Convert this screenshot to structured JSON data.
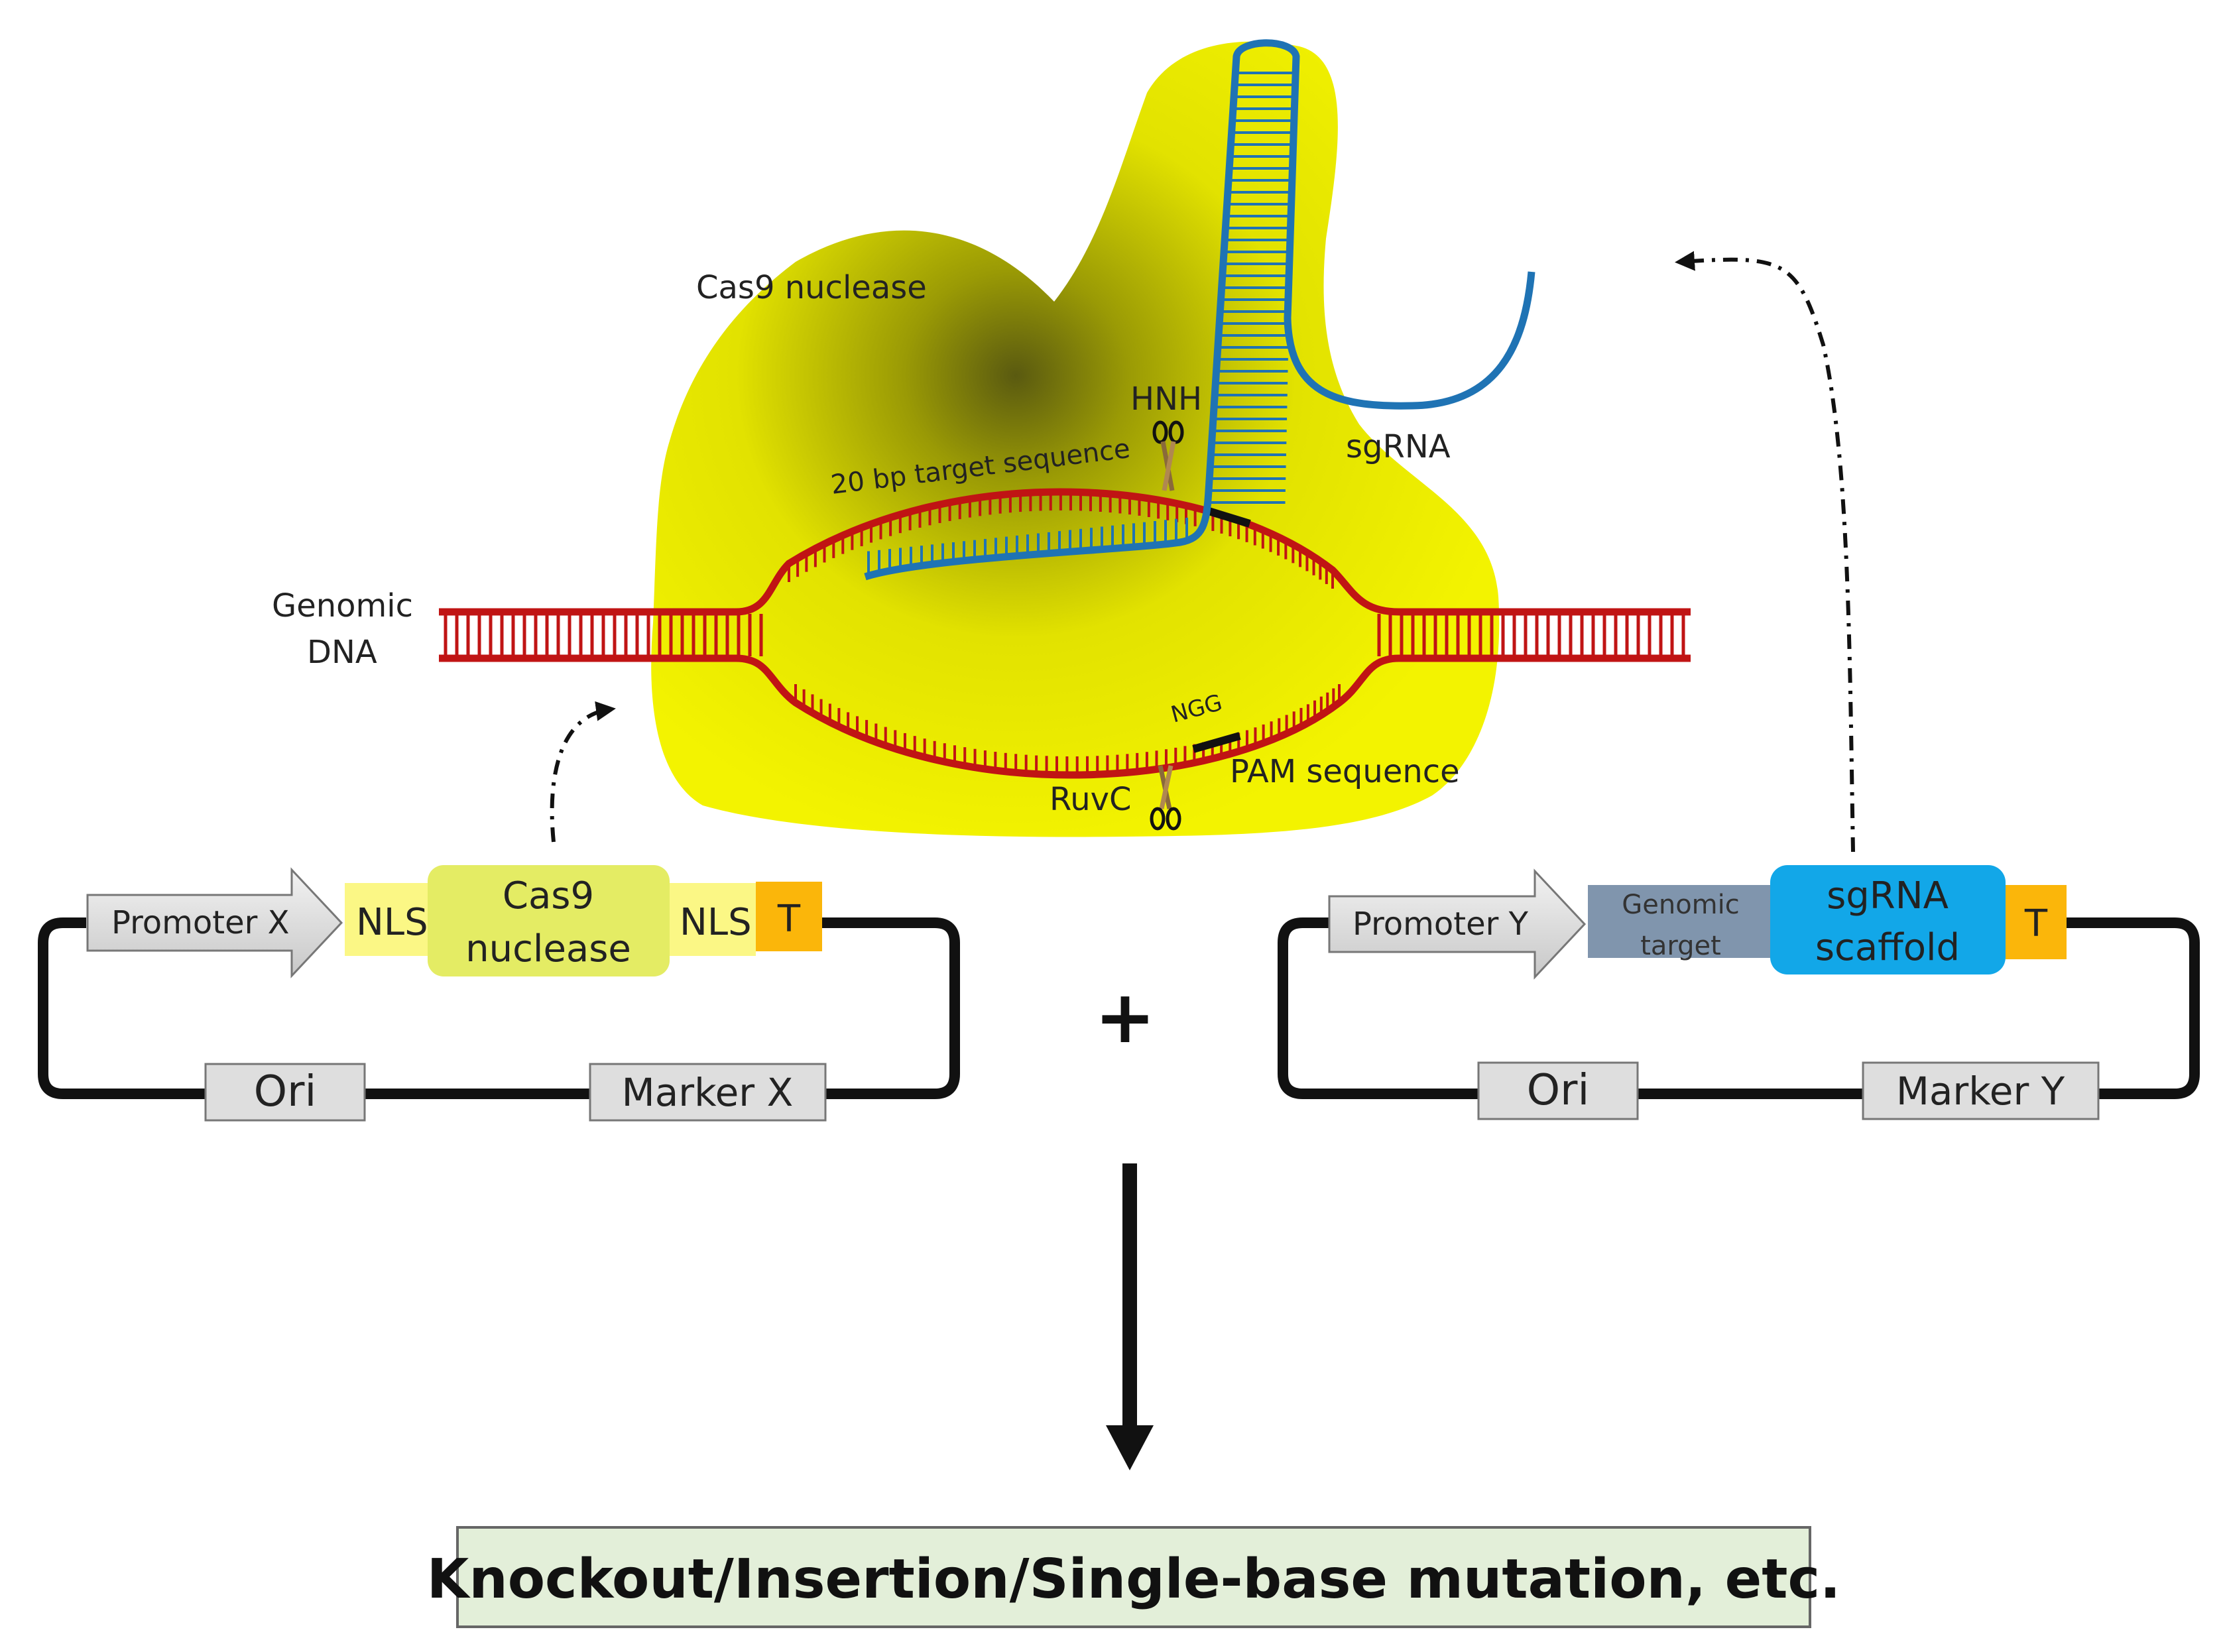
{
  "labels": {
    "cas9_nuclease": "Cas9 nuclease",
    "hnh": "HNH",
    "sgrna": "sgRNA",
    "target_sequence": "20 bp target sequence",
    "genomic_dna_line1": "Genomic",
    "genomic_dna_line2": "DNA",
    "ngg": "NGG",
    "pam_sequence": "PAM sequence",
    "ruvc": "RuvC"
  },
  "plasmid_x": {
    "promoter": "Promoter X",
    "nls_left": "NLS",
    "cas9_line1": "Cas9",
    "cas9_line2": "nuclease",
    "nls_right": "NLS",
    "terminator": "T",
    "ori": "Ori",
    "marker": "Marker X"
  },
  "plasmid_y": {
    "promoter": "Promoter Y",
    "genomic_target_line1": "Genomic",
    "genomic_target_line2": "target",
    "sgrna_line1": "sgRNA",
    "sgrna_line2": "scaffold",
    "terminator": "T",
    "ori": "Ori",
    "marker": "Marker Y"
  },
  "plus_sign": "+",
  "result": "Knockout/Insertion/Single-base mutation, etc.",
  "colors": {
    "protein_yellow": "#eaea00",
    "dna_red": "#c01414",
    "rna_blue": "#1f73b4",
    "nls_yellow": "#fbf785",
    "cas9_box": "#e4ec64",
    "terminator_orange": "#fbb60a",
    "genomic_target_slate": "#8095ad",
    "sgrna_scaffold_cyan": "#12a7e8",
    "grey_box": "#dedede",
    "result_box": "#e3efd9"
  }
}
